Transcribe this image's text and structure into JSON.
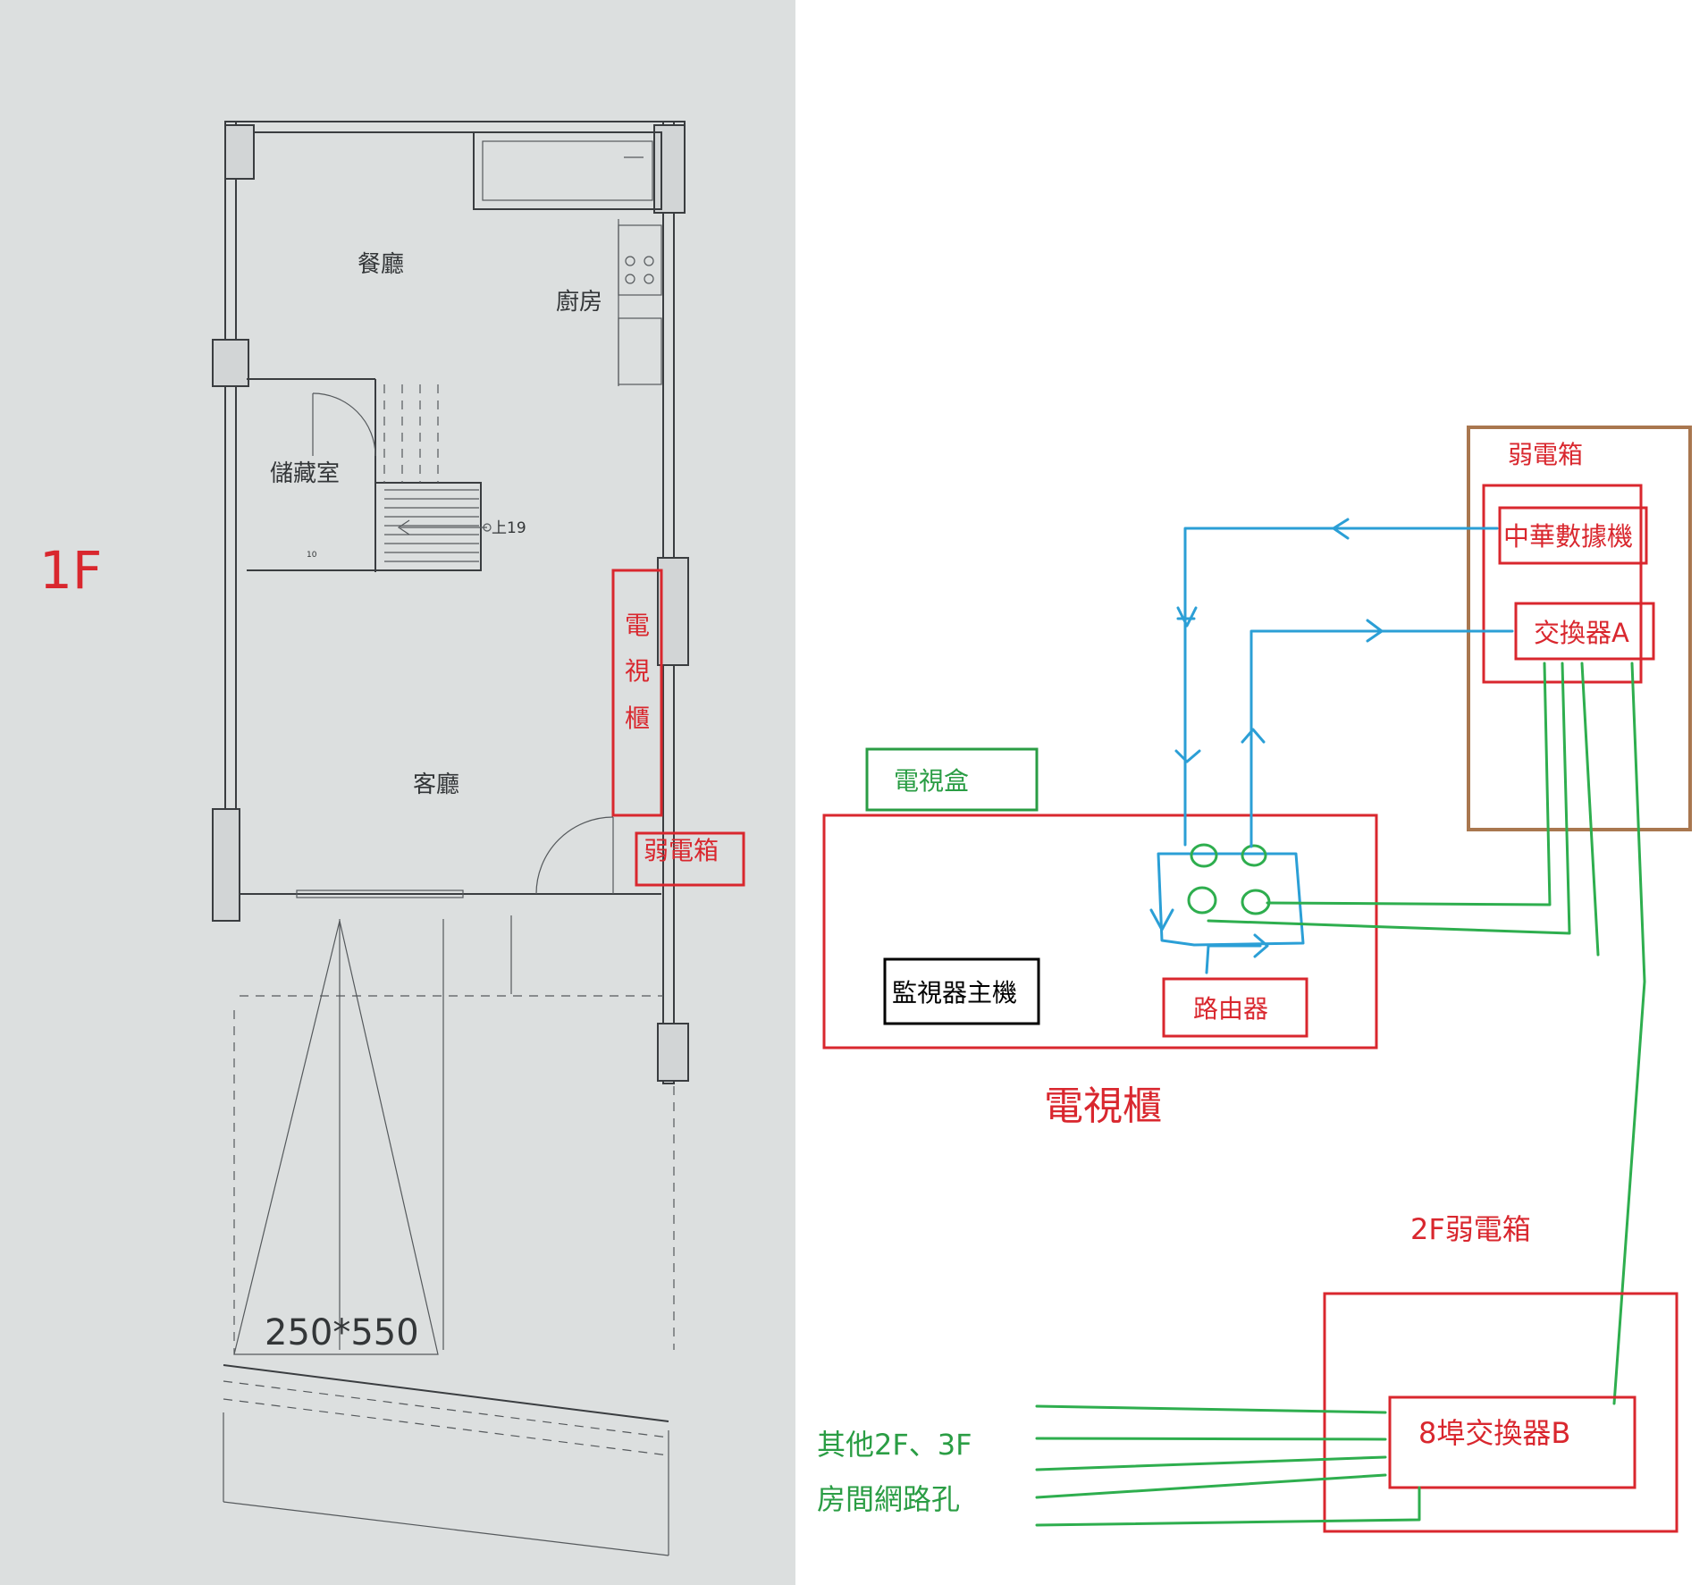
{
  "floor_plan": {
    "floor_label": "1F",
    "rooms": {
      "dining": "餐廳",
      "kitchen": "廚房",
      "storage": "儲藏室",
      "living": "客廳"
    },
    "stair_label": "上19",
    "stair_small": "10",
    "parking": "250*550",
    "tv_cabinet_vertical": [
      "電",
      "視",
      "櫃"
    ],
    "weak_box": "弱電箱"
  },
  "network": {
    "weak_box_title": "弱電箱",
    "modem": "中華數據機",
    "switch_a": "交換器A",
    "tv_box": "電視盒",
    "monitor_host": "監視器主機",
    "router": "路由器",
    "tv_cabinet_title": "電視櫃",
    "floor2_box": "2F弱電箱",
    "switch_b": "8埠交換器B",
    "rooms_note_line1": "其他2F、3F",
    "rooms_note_line2": "房間網路孔"
  },
  "colors": {
    "red": "#d9272e",
    "green": "#2a9d44",
    "blue": "#2b9fd6",
    "brown": "#a9774f",
    "plan_bg": "#dcdfdf"
  }
}
